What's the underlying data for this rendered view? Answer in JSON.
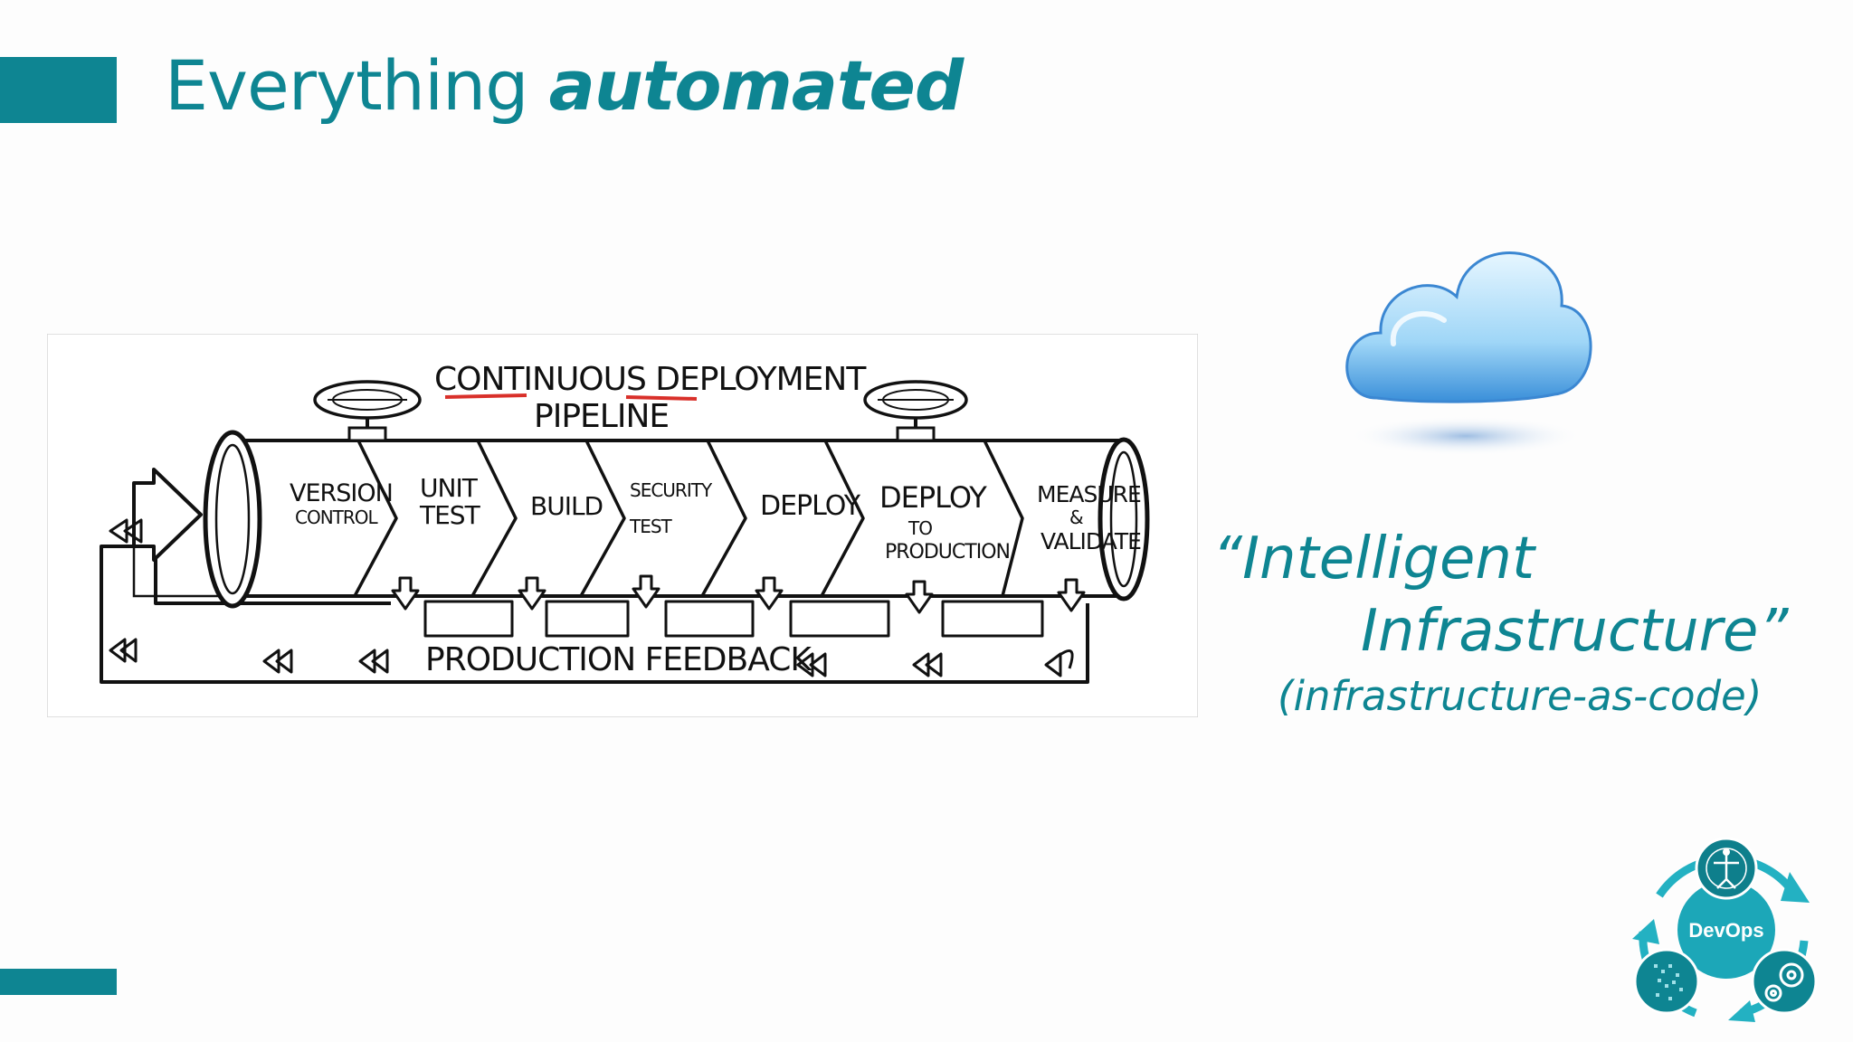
{
  "slide": {
    "title_plain": "Everything ",
    "title_emphasis": "automated",
    "quote_line1": "“Intelligent",
    "quote_line2": "Infrastructure”",
    "quote_sub": "(infrastructure-as-code)"
  },
  "diagram": {
    "title_line1": "CONTINUOUS DEPLOYMENT",
    "title_line2": "PIPELINE",
    "stages": [
      {
        "line1": "VERSION",
        "line2": "CONTROL"
      },
      {
        "line1": "UNIT",
        "line2": "TEST"
      },
      {
        "line1": "BUILD",
        "line2": ""
      },
      {
        "line1": "SECURITY",
        "line2": "TEST"
      },
      {
        "line1": "DEPLOY",
        "line2": ""
      },
      {
        "line1": "DEPLOY",
        "line2": "TO",
        "line3": "PRODUCTION"
      },
      {
        "line1": "MEASURE",
        "line2": "&",
        "line3": "VALIDATE"
      }
    ],
    "feedback_label": "PRODUCTION FEEDBACK"
  },
  "logo": {
    "label": "DevOps"
  },
  "icons": {
    "cloud": "cloud-icon",
    "logo": "devops-logo",
    "valve": "valve-wheel-icon",
    "arrow": "feedback-arrow-icon"
  },
  "colors": {
    "accent": "#0e8592",
    "logo_ring": "#23b1c2",
    "ink": "#111111"
  }
}
